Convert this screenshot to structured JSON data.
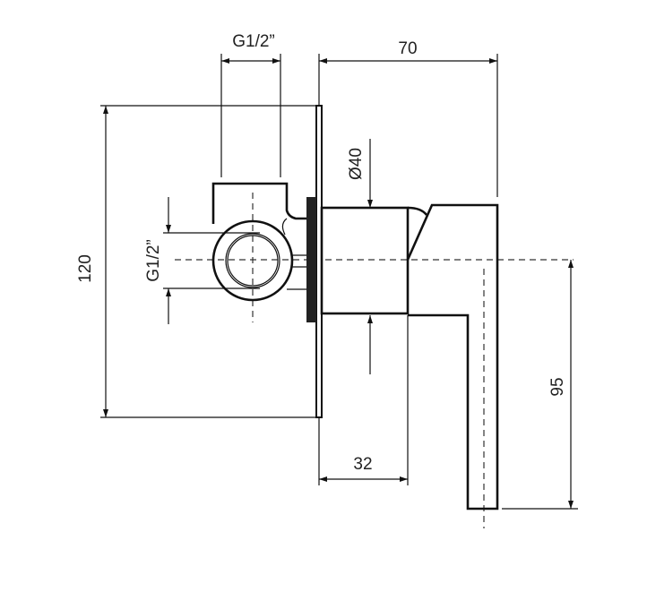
{
  "drawing": {
    "dimensions": {
      "overall_height": "120",
      "depth": "70",
      "top_thread": "G1/2”",
      "side_thread": "G1/2”",
      "diameter": "Ø40",
      "lever_drop": "95",
      "cylinder_depth": "32"
    }
  }
}
